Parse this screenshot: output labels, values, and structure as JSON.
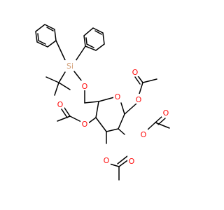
{
  "molecule": {
    "atoms": {
      "si": "Si",
      "o_ring": "O",
      "o_c6": "O",
      "o_c1": "O",
      "o_c1_carbonyl": "O",
      "o_c2": "O",
      "o_c2_carbonyl": "O",
      "o_c3": "O",
      "o_c3_carbonyl": "O",
      "o_c4": "O",
      "o_c4_carbonyl": "O"
    },
    "colors": {
      "bond": "#000000",
      "si": "#F0C8A0",
      "oxygen": "#FF0D0D"
    }
  }
}
